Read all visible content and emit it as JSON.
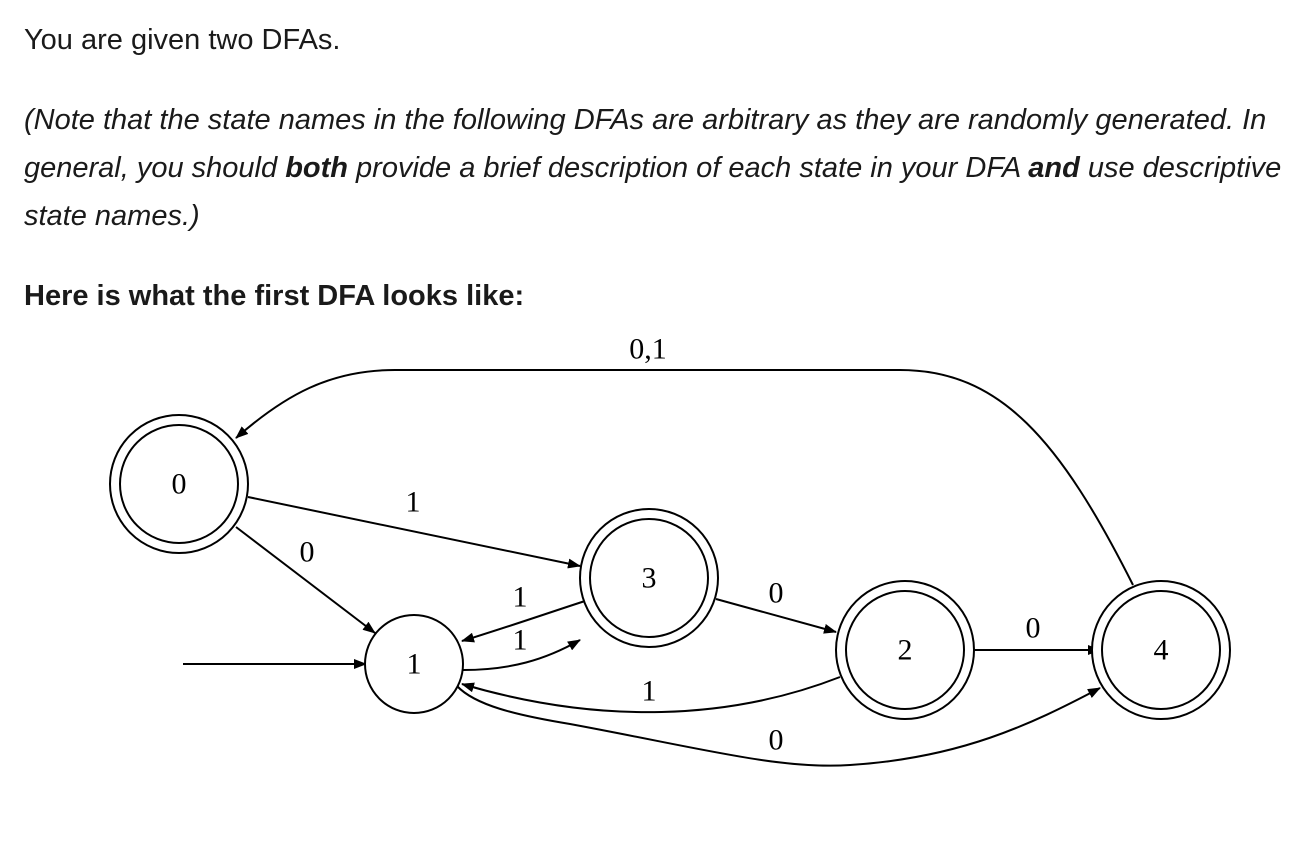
{
  "intro": "You are given two DFAs.",
  "note": {
    "part1": "(Note that the state names in the following DFAs are arbitrary as they are randomly generated. In general, you should ",
    "bold1": "both",
    "part2": " provide a brief description of each state in your DFA ",
    "bold2": "and",
    "part3": " use descriptive state names.)"
  },
  "subheading": "Here is what the first DFA looks like:",
  "dfa": {
    "start_state": "1",
    "accepting_states": [
      "0",
      "2",
      "3",
      "4"
    ],
    "states": [
      {
        "id": "0",
        "label": "0",
        "accepting": true
      },
      {
        "id": "1",
        "label": "1",
        "accepting": false
      },
      {
        "id": "2",
        "label": "2",
        "accepting": true
      },
      {
        "id": "3",
        "label": "3",
        "accepting": true
      },
      {
        "id": "4",
        "label": "4",
        "accepting": true
      }
    ],
    "transitions": [
      {
        "from": "4",
        "to": "0",
        "label": "0,1"
      },
      {
        "from": "0",
        "to": "3",
        "label": "1"
      },
      {
        "from": "0",
        "to": "1",
        "label": "0"
      },
      {
        "from": "3",
        "to": "1",
        "label": "1"
      },
      {
        "from": "1",
        "to": "3",
        "label": "1"
      },
      {
        "from": "3",
        "to": "2",
        "label": "0"
      },
      {
        "from": "2",
        "to": "4",
        "label": "0"
      },
      {
        "from": "2",
        "to": "1",
        "label": "1"
      },
      {
        "from": "1",
        "to": "4",
        "label": "0"
      }
    ]
  },
  "colors": {
    "text": "#1a1a1a",
    "stroke": "#000000",
    "background": "#ffffff"
  }
}
